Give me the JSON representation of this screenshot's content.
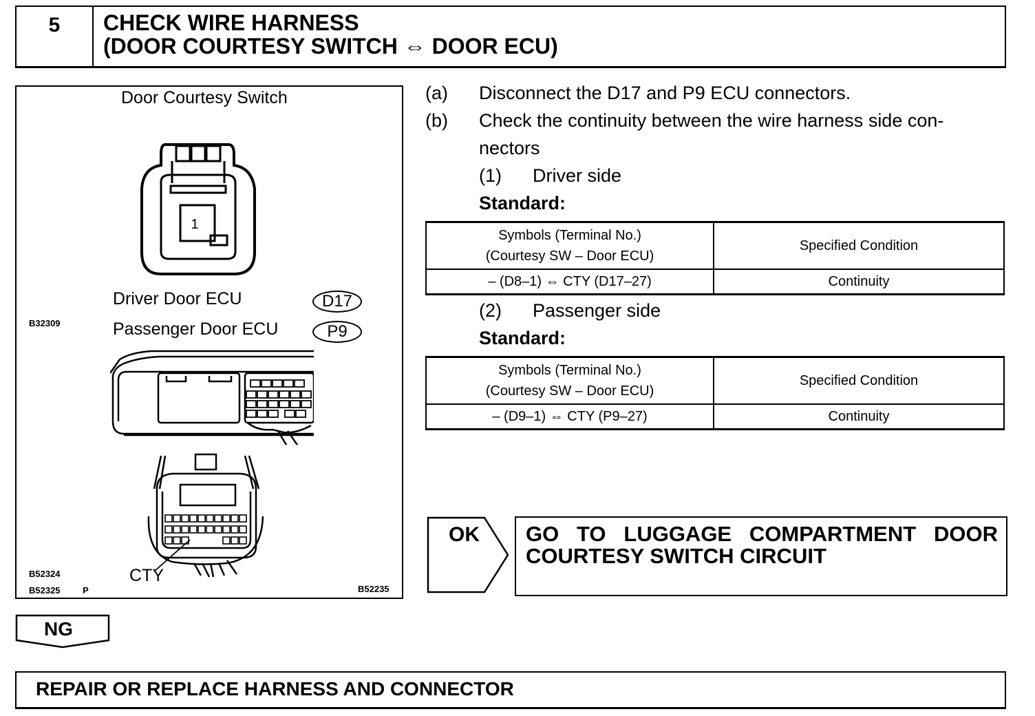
{
  "step": {
    "number": "5",
    "title_line1": "CHECK WIRE HARNESS",
    "title_line2": "(DOOR COURTESY SWITCH ⇔ DOOR ECU)"
  },
  "figure": {
    "title": "Door Courtesy Switch",
    "terminal_label": "1",
    "driver_label": "Driver Door ECU",
    "driver_connector": "D17",
    "passenger_label": "Passenger Door ECU",
    "passenger_connector": "P9",
    "code_top": "B32309",
    "code_bl1": "B52324",
    "code_bl2": "B52325",
    "code_p": "P",
    "code_br": "B52235",
    "cty_label": "CTY"
  },
  "instructions": {
    "a_marker": "(a)",
    "a_text": "Disconnect the D17 and P9 ECU connectors.",
    "b_marker": "(b)",
    "b_text_line1": "Check the continuity between the wire harness side con-",
    "b_text_line2": "nectors",
    "s1_marker": "(1)",
    "s1_text": "Driver side",
    "s2_marker": "(2)",
    "s2_text": "Passenger side",
    "standard_label": "Standard:"
  },
  "table1": {
    "header_col1_line1": "Symbols (Terminal No.)",
    "header_col1_line2": "(Courtesy SW – Door ECU)",
    "header_col2": "Specified Condition",
    "row_col1": "– (D8–1) ⇔ CTY (D17–27)",
    "row_col2": "Continuity"
  },
  "table2": {
    "header_col1_line1": "Symbols (Terminal No.)",
    "header_col1_line2": "(Courtesy SW – Door ECU)",
    "header_col2": "Specified Condition",
    "row_col1": "– (D9–1) ⇔ CTY (P9–27)",
    "row_col2": "Continuity"
  },
  "ok": {
    "label": "OK",
    "result_line1": "GO TO LUGGAGE COMPARTMENT DOOR",
    "result_line2": "COURTESY SWITCH CIRCUIT"
  },
  "ng": {
    "label": "NG"
  },
  "repair": {
    "text": "REPAIR OR REPLACE HARNESS AND CONNECTOR"
  }
}
